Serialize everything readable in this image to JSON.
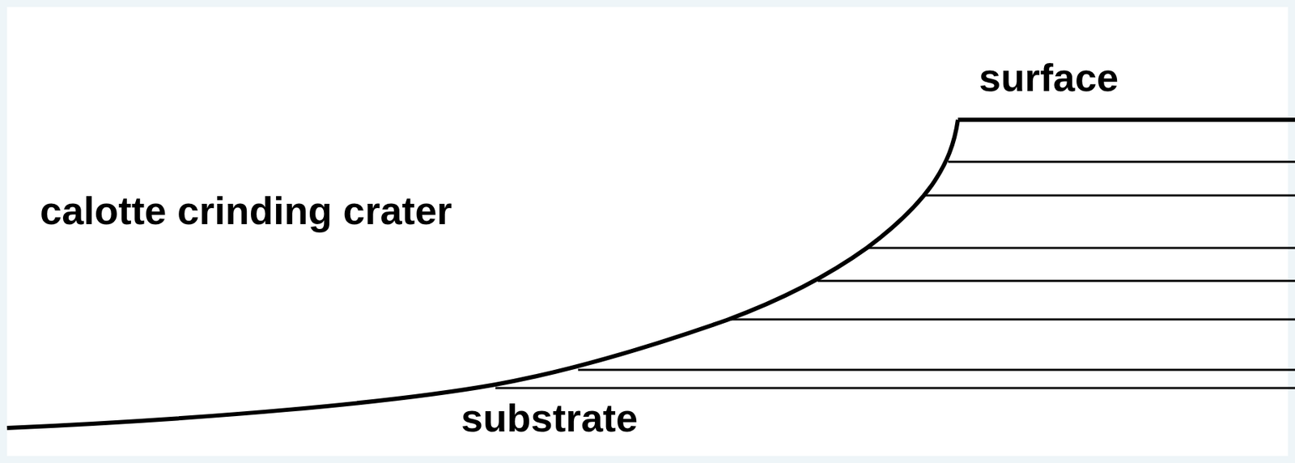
{
  "diagram": {
    "labels": [
      "surface",
      "calotte crinding crater",
      "substrate"
    ]
  }
}
